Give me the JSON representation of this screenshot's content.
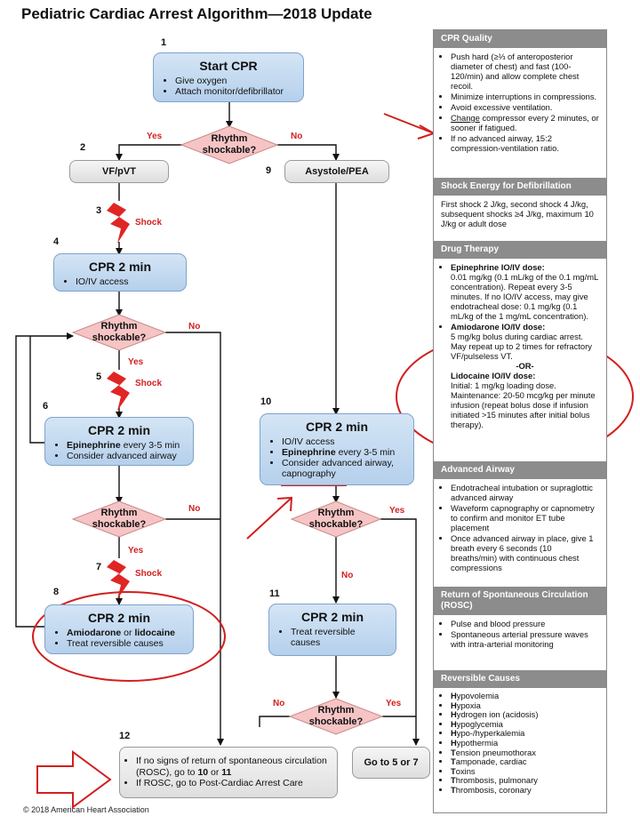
{
  "title": "Pediatric Cardiac Arrest Algorithm—2018 Update",
  "copyright": "© 2018 American Heart Association",
  "steps": {
    "n1": "1",
    "n2": "2",
    "n3": "3",
    "n4": "4",
    "n5": "5",
    "n6": "6",
    "n7": "7",
    "n8": "8",
    "n9": "9",
    "n10": "10",
    "n11": "11",
    "n12": "12"
  },
  "box1": {
    "title": "Start CPR",
    "items": [
      "Give oxygen",
      "Attach monitor/defibrillator"
    ]
  },
  "rhythm_shockable": "Rhythm shockable?",
  "rhythm_word": "Rhythm",
  "shockable_word": "shockable?",
  "yes": "Yes",
  "no": "No",
  "shock": "Shock",
  "vf_pvt": "VF/pVT",
  "asystole_pea": "Asystole/PEA",
  "box4": {
    "title": "CPR 2 min",
    "item": "IO/IV access"
  },
  "box6": {
    "title": "CPR 2 min",
    "item1_bold": "Epinephrine",
    "item1_rest": " every 3-5 min",
    "item2": "Consider advanced airway"
  },
  "box8": {
    "title": "CPR 2 min",
    "item1_bold1": "Amiodarone",
    "item1_mid": " or ",
    "item1_bold2": "lidocaine",
    "item2": "Treat reversible causes"
  },
  "box10": {
    "title": "CPR 2 min",
    "item1": "IO/IV access",
    "item2_bold": "Epinephrine",
    "item2_rest": " every 3-5 min",
    "item3": "Consider advanced airway,",
    "item3b": "capnography"
  },
  "box11": {
    "title": "CPR 2 min",
    "item": "Treat reversible causes"
  },
  "box12": {
    "item1a": "If no signs of return of spontaneous circulation (ROSC), go to ",
    "b10": "10",
    "or": " or ",
    "b11": "11",
    "item2": "If ROSC, go to Post-Cardiac Arrest Care"
  },
  "goto": "Go to 5 or 7",
  "panel": {
    "cpr_quality": {
      "header": "CPR Quality",
      "items": [
        "Push hard (≥⅓ of anteroposterior diameter of chest) and fast (100-120/min) and allow complete chest recoil.",
        "Minimize interruptions in compressions.",
        "Avoid excessive ventilation."
      ],
      "change_u": "Change",
      "change_rest": " compressor every 2 minutes, or sooner if fatigued.",
      "item_last": "If no advanced airway, 15:2 compression-ventilation ratio."
    },
    "shock_energy": {
      "header": "Shock Energy for Defibrillation",
      "text": "First shock 2 J/kg, second shock 4 J/kg, subsequent shocks ≥4 J/kg, maximum 10 J/kg or adult dose"
    },
    "drug_therapy": {
      "header": "Drug Therapy",
      "epi_title": "Epinephrine IO/IV dose:",
      "epi_text": "0.01 mg/kg (0.1 mL/kg of the 0.1 mg/mL concentration). Repeat every 3-5 minutes. If no IO/IV access, may give endotracheal dose: 0.1 mg/kg (0.1 mL/kg of the 1 mg/mL concentration).",
      "amio_title": "Amiodarone IO/IV dose:",
      "amio_text": "5 mg/kg bolus during cardiac arrest. May repeat up to 2 times for refractory VF/pulseless VT.",
      "or": "-OR-",
      "lido_title": "Lidocaine IO/IV dose:",
      "lido_text": "Initial: 1 mg/kg loading dose. Maintenance: 20-50 mcg/kg per minute infusion (repeat bolus dose if infusion initiated >15 minutes after initial bolus therapy)."
    },
    "advanced_airway": {
      "header": "Advanced Airway",
      "items": [
        "Endotracheal intubation or supraglottic advanced airway",
        "Waveform capnography or capnometry to confirm and monitor ET tube placement",
        "Once advanced airway in place, give 1 breath every 6 seconds (10 breaths/min) with continuous chest compressions"
      ]
    },
    "rosc": {
      "header": "Return of Spontaneous Circulation (ROSC)",
      "items": [
        "Pulse and blood pressure",
        "Spontaneous arterial pressure waves with intra-arterial monitoring"
      ]
    },
    "reversible": {
      "header": "Reversible Causes",
      "items": [
        {
          "b": "H",
          "r": "ypovolemia"
        },
        {
          "b": "H",
          "r": "ypoxia"
        },
        {
          "b": "H",
          "r": "ydrogen ion (acidosis)"
        },
        {
          "b": "H",
          "r": "ypoglycemia"
        },
        {
          "b": "H",
          "r": "ypo-/hyperkalemia"
        },
        {
          "b": "H",
          "r": "ypothermia"
        },
        {
          "b": "T",
          "r": "ension pneumothorax"
        },
        {
          "b": "T",
          "r": "amponade, cardiac"
        },
        {
          "b": "T",
          "r": "oxins"
        },
        {
          "b": "T",
          "r": "hrombosis, pulmonary"
        },
        {
          "b": "T",
          "r": "hrombosis, coronary"
        }
      ]
    }
  },
  "colors": {
    "annotation_red": "#d21f1f",
    "box_blue": "#c5dbf1",
    "diamond_pink": "#f6c4c4",
    "panel_header": "#8c8c8c"
  }
}
